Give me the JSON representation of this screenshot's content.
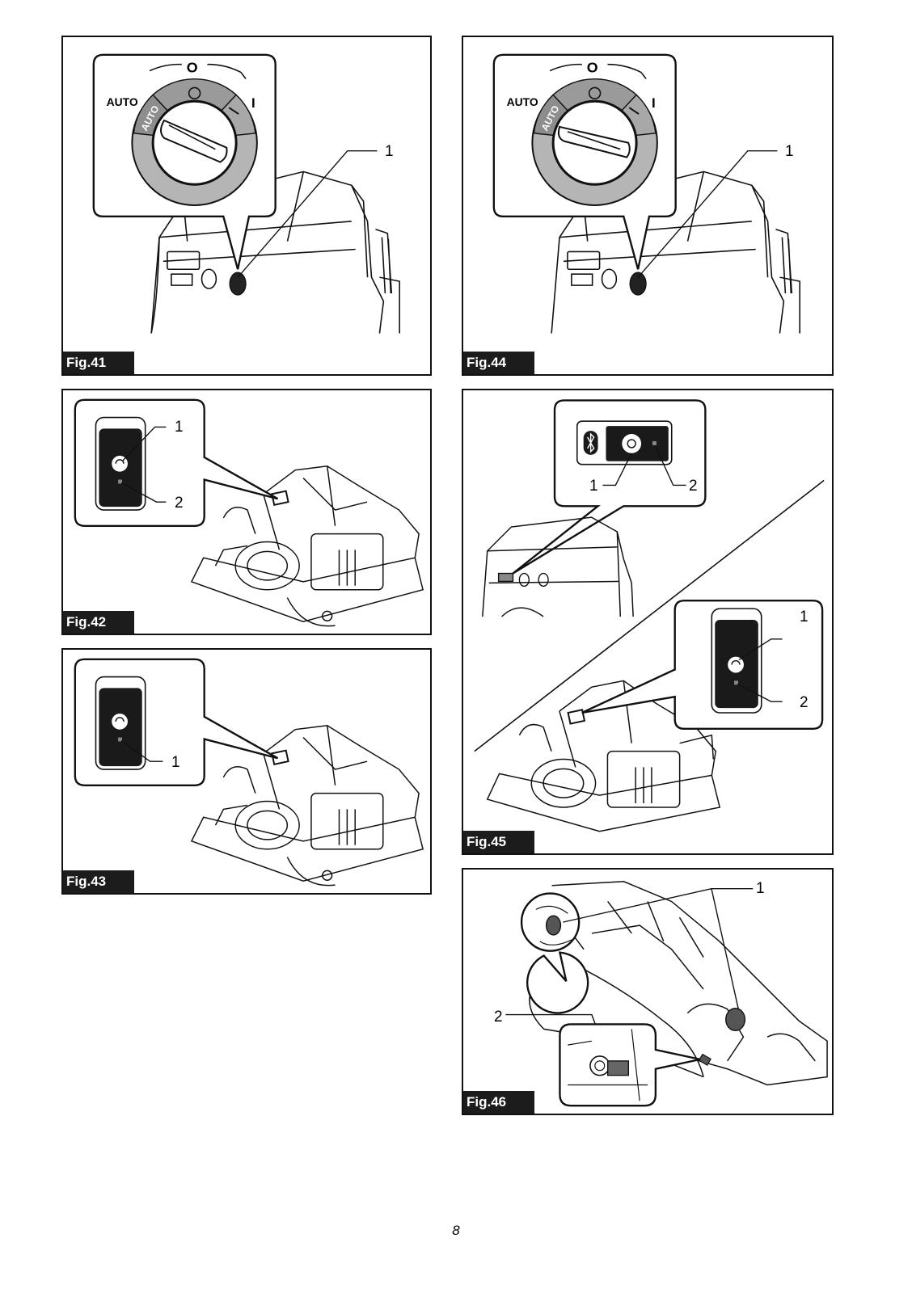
{
  "figures": {
    "fig41": {
      "label": "Fig.41",
      "callouts": [
        "1"
      ],
      "dial": {
        "auto_outer": "AUTO",
        "auto_inner": "AUTO",
        "off": "O",
        "on": "I"
      }
    },
    "fig42": {
      "label": "Fig.42",
      "callouts": [
        "1",
        "2"
      ]
    },
    "fig43": {
      "label": "Fig.43",
      "callouts": [
        "1"
      ]
    },
    "fig44": {
      "label": "Fig.44",
      "callouts": [
        "1"
      ],
      "dial": {
        "auto_outer": "AUTO",
        "auto_inner": "AUTO",
        "off": "O",
        "on": "I"
      }
    },
    "fig45": {
      "label": "Fig.45",
      "callouts": [
        "1",
        "2",
        "1",
        "2"
      ]
    },
    "fig46": {
      "label": "Fig.46",
      "callouts": [
        "1",
        "2"
      ]
    }
  },
  "page": {
    "number": "8"
  },
  "colors": {
    "ink": "#111111",
    "label_bg": "#1c1c1c",
    "dial_gray": "#b5b5b5",
    "panel_dark": "#1a1a1a"
  }
}
